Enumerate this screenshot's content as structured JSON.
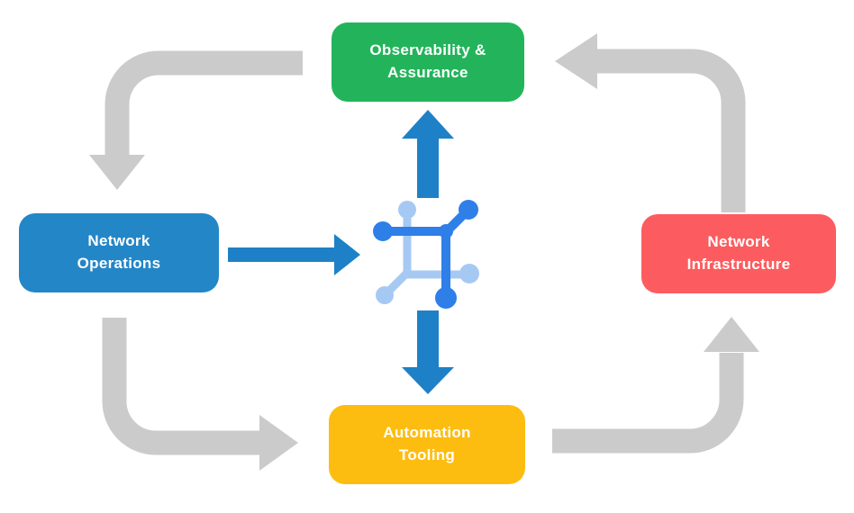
{
  "diagram": {
    "background_color": "#FFFFFF",
    "nodes": {
      "observability": {
        "full_label": "Observability & Assurance",
        "label_lines": [
          "Observability &",
          "Assurance"
        ],
        "color": "#23B45B",
        "text_color": "#FFFFFF"
      },
      "operations": {
        "full_label": "Network Operations",
        "label_lines": [
          "Network",
          "Operations"
        ],
        "color": "#2386C7",
        "text_color": "#FFFFFF"
      },
      "infrastructure": {
        "full_label": "Network Infrastructure",
        "label_lines": [
          "Network",
          "Infrastructure"
        ],
        "color": "#FC5C5F",
        "text_color": "#FFFFFF"
      },
      "automation": {
        "full_label": "Automation Tooling",
        "label_lines": [
          "Automation",
          "Tooling"
        ],
        "color": "#FDBD10",
        "text_color": "#FFFFFF"
      }
    },
    "center_icon": {
      "name": "network-mesh-icon",
      "dark_color": "#2E7FE8",
      "light_color": "#A6C9F4"
    },
    "colors": {
      "cycle_arrow": "#CBCBCB",
      "flow_arrow": "#1E81C7"
    },
    "edges": [
      {
        "from": "observability",
        "to": "operations",
        "style": "cycle-arrow"
      },
      {
        "from": "operations",
        "to": "automation",
        "style": "cycle-arrow"
      },
      {
        "from": "automation",
        "to": "infrastructure",
        "style": "cycle-arrow"
      },
      {
        "from": "infrastructure",
        "to": "observability",
        "style": "cycle-arrow"
      },
      {
        "from": "operations",
        "to": "center-icon",
        "style": "flow-arrow"
      },
      {
        "from": "center-icon",
        "to": "observability",
        "style": "flow-arrow"
      },
      {
        "from": "center-icon",
        "to": "automation",
        "style": "flow-arrow"
      }
    ]
  }
}
